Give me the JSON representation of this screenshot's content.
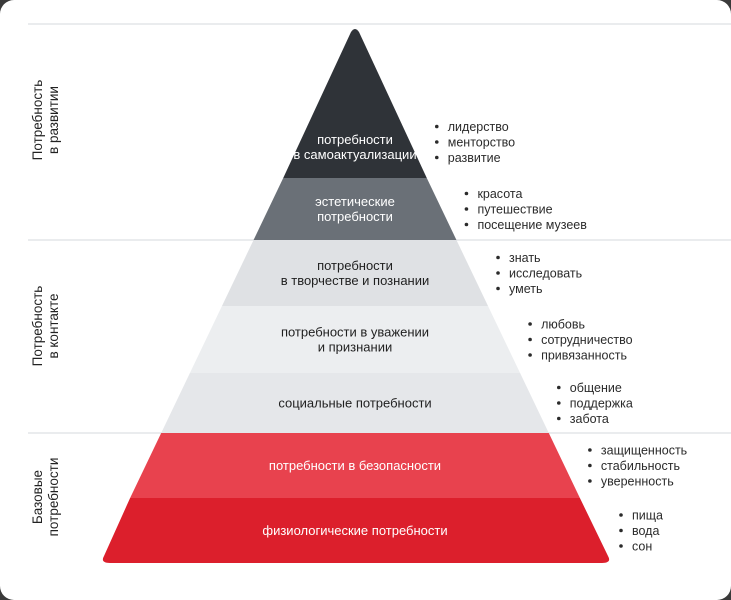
{
  "groups": [
    {
      "label_lines": [
        "Потребность",
        "в развитии"
      ]
    },
    {
      "label_lines": [
        "Потребность",
        "в контакте"
      ]
    },
    {
      "label_lines": [
        "Базовые",
        "потребности"
      ]
    }
  ],
  "levels": [
    {
      "label_lines": [
        "потребности",
        "в самоактуализации"
      ],
      "fill": "#2f3338",
      "text_color": "#ffffff",
      "bullets": [
        "лидерство",
        "менторство",
        "развитие"
      ]
    },
    {
      "label_lines": [
        "эстетические",
        "потребности"
      ],
      "fill": "#6a7077",
      "text_color": "#ffffff",
      "bullets": [
        "красота",
        "путешествие",
        "посещение музеев"
      ]
    },
    {
      "label_lines": [
        "потребности",
        "в творчестве и познании"
      ],
      "fill": "#dfe1e4",
      "text_color": "#1f1f1f",
      "bullets": [
        "знать",
        "исследовать",
        "уметь"
      ]
    },
    {
      "label_lines": [
        "потребности в уважении",
        "и признании"
      ],
      "fill": "#eceef0",
      "text_color": "#1f1f1f",
      "bullets": [
        "любовь",
        "сотрудничество",
        "привязанность"
      ]
    },
    {
      "label_lines": [
        "социальные потребности"
      ],
      "fill": "#e5e7ea",
      "text_color": "#1f1f1f",
      "bullets": [
        "общение",
        "поддержка",
        "забота"
      ]
    },
    {
      "label_lines": [
        "потребности в безопасности"
      ],
      "fill": "#e8424e",
      "text_color": "#ffffff",
      "bullets": [
        "защищенность",
        "стабильность",
        "уверенность"
      ]
    },
    {
      "label_lines": [
        "физиологические потребности"
      ],
      "fill": "#dc1f2c",
      "text_color": "#ffffff",
      "bullets": [
        "пища",
        "вода",
        "сон"
      ]
    }
  ]
}
